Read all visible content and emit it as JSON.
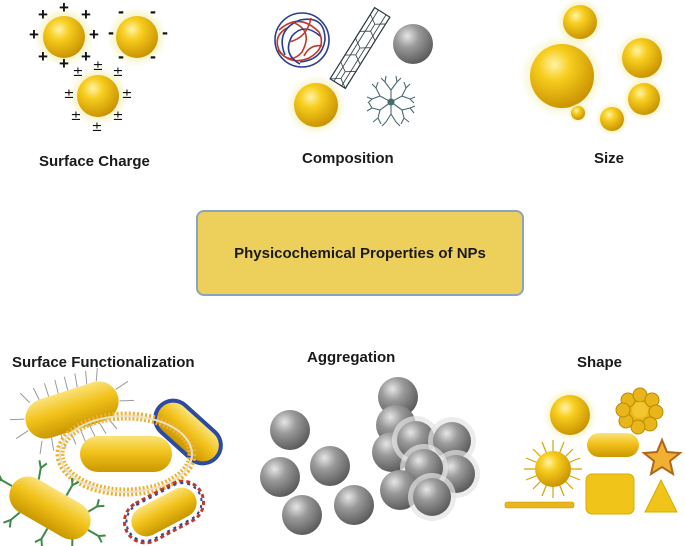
{
  "diagram": {
    "center_label": "Physicochemical Properties of NPs",
    "properties": {
      "surface_charge": "Surface Charge",
      "composition": "Composition",
      "size": "Size",
      "surface_functionalization": "Surface Functionalization",
      "aggregation": "Aggregation",
      "shape": "Shape"
    },
    "colors": {
      "gold": "#f2c21b",
      "gold_dark": "#c99700",
      "glow": "#f4f0b0",
      "grey": "#8a8a8a",
      "box_fill": "#ecd05b",
      "box_border": "#8aa4bf"
    },
    "charge_signs": {
      "positive": "+",
      "negative": "-",
      "neutral": "±"
    }
  }
}
